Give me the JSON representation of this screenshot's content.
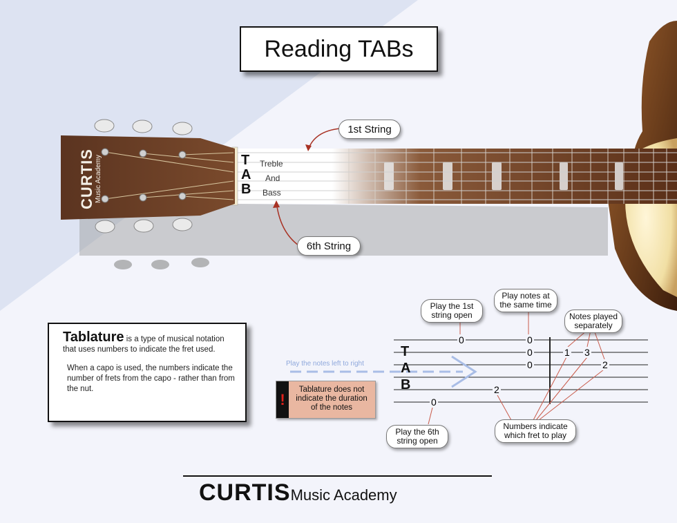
{
  "title": "Reading TABs",
  "headstock": {
    "brand": "CURTIS",
    "sub": "Music Academy"
  },
  "neck_tab": {
    "letters": [
      "T",
      "A",
      "B"
    ],
    "words": [
      "Treble",
      "And",
      "Bass"
    ]
  },
  "callouts": {
    "first_string": "1st String",
    "sixth_string": "6th String",
    "play_first_open": [
      "Play the 1st",
      "string open"
    ],
    "play_same_time": [
      "Play notes at",
      "the same time"
    ],
    "notes_separately": [
      "Notes played",
      "separately"
    ],
    "play_sixth_open": [
      "Play the 6th",
      "string open"
    ],
    "numbers_indicate": [
      "Numbers indicate",
      "which fret to play"
    ]
  },
  "arrow_text": "Play the notes left to right",
  "warning": {
    "icon": "exclamation-icon",
    "text": [
      "Tablature does not",
      "indicate the duration",
      "of the notes"
    ]
  },
  "info": {
    "heading": "Tablature",
    "para1_rest": "is a type of musical notation  that uses  numbers  to indicate the fret used.",
    "para2": "When a capo is used, the numbers indicate the  number of  frets from  the capo - rather than from the nut."
  },
  "tab_example": {
    "letters": [
      "T",
      "A",
      "B"
    ],
    "notes": [
      {
        "string": 1,
        "label": "0"
      },
      {
        "string": 1,
        "label": "0"
      },
      {
        "string": 2,
        "label": "0"
      },
      {
        "string": 3,
        "label": "0"
      },
      {
        "string": 5,
        "label": "2"
      },
      {
        "string": 6,
        "label": "0"
      },
      {
        "string": 2,
        "label": "1"
      },
      {
        "string": 2,
        "label": "3"
      },
      {
        "string": 3,
        "label": "2"
      }
    ]
  },
  "footer": {
    "brand": "CURTIS",
    "sub": "Music Academy"
  }
}
